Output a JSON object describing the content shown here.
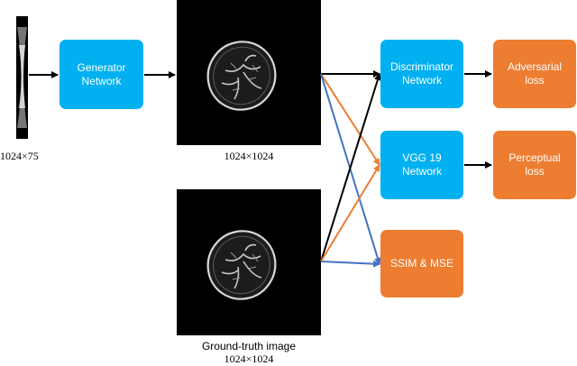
{
  "input_label": "1024×75",
  "generated_image_label": "1024×1024",
  "ground_truth": {
    "title": "Ground-truth image",
    "size": "1024×1024"
  },
  "nodes": {
    "generator": "Generator\nNetwork",
    "discriminator": "Discriminator\nNetwork",
    "vgg": "VGG 19\nNetwork",
    "ssim": "SSIM & MSE",
    "adversarial": "Adversarial\nloss",
    "perceptual": "Perceptual\nloss"
  },
  "colors": {
    "network_box": "#00B0F0",
    "loss_box": "#ED7D31",
    "arrow_black": "#000000",
    "arrow_orange": "#ED7D31",
    "arrow_blue": "#4472C4"
  }
}
